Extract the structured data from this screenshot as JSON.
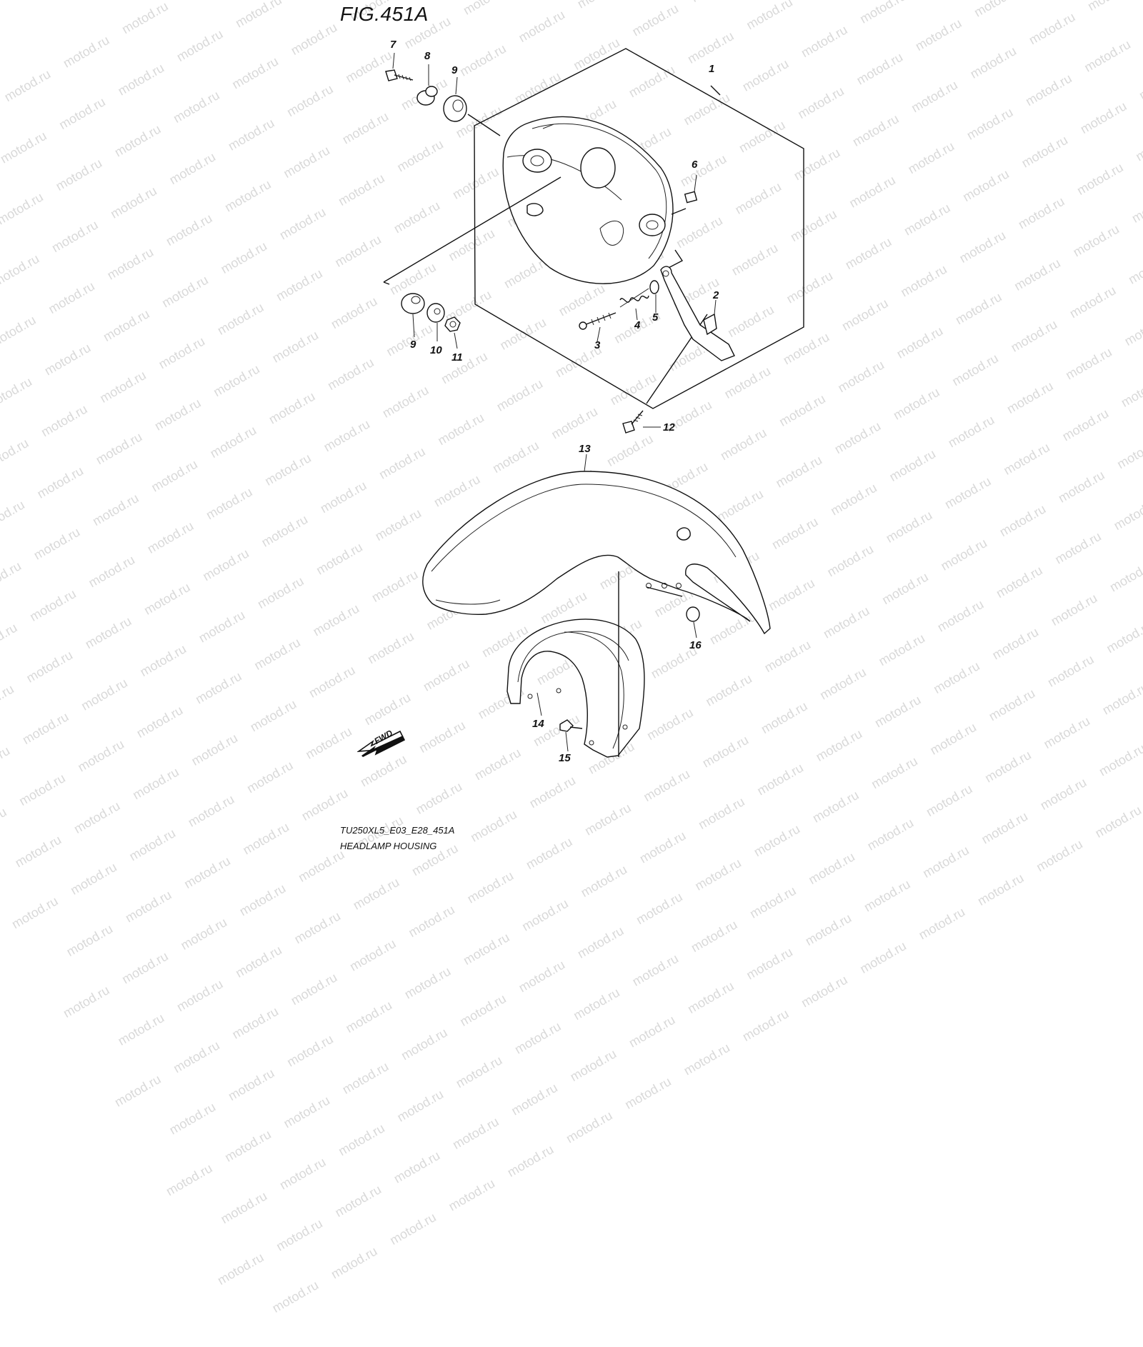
{
  "figure": {
    "title": "FIG.451A",
    "model_code": "TU250XL5_E03_E28_451A",
    "caption": "HEADLAMP HOUSING",
    "watermark": "motod.ru",
    "direction_label": "FWD"
  },
  "callouts": [
    "1",
    "2",
    "3",
    "4",
    "5",
    "6",
    "7",
    "8",
    "9",
    "9",
    "10",
    "11",
    "12",
    "13",
    "14",
    "15",
    "16"
  ]
}
